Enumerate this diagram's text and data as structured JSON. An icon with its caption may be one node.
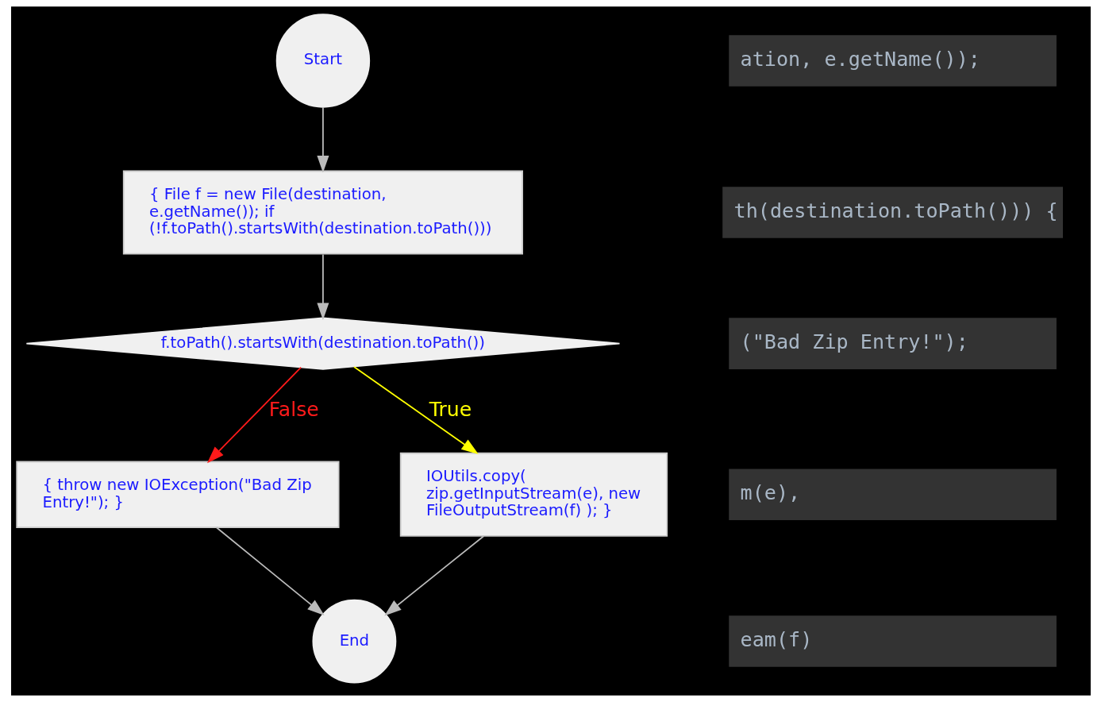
{
  "diagram": {
    "nodes": [
      {
        "text": [
          "Start"
        ]
      },
      {
        "text": [
          "{ File f = new File(destination, e.getName()); if (!f.toPath().startsWith(destination.toPath()))"
        ]
      },
      {
        "text": [
          "f.toPath().startsWith(destination.toPath())"
        ]
      },
      {
        "text": [
          "{ throw new IOException(\"Bad Zip Entry!\"); }"
        ]
      },
      {
        "text": [
          "IOUtils.copy( zip.getInputStream(e), new FileOutputStream(f) ); }"
        ]
      },
      {
        "text": [
          "End"
        ]
      }
    ],
    "edges": [
      {
        "from": 0,
        "to": 1,
        "arrow": "to"
      },
      {
        "from": 1,
        "to": 2,
        "arrow": "to"
      },
      {
        "from": 2,
        "to": 3,
        "arrow": "to",
        "label": "False",
        "color": "#ff1a1a"
      },
      {
        "from": 2,
        "to": 4,
        "arrow": "to",
        "label": "True",
        "color": "#ffff00"
      },
      {
        "from": 3,
        "to": 5,
        "arrow": "to"
      },
      {
        "from": 4,
        "to": 5,
        "arrow": "to"
      }
    ],
    "labels": [
      "ation, e.getName());",
      "th(destination.toPath())) {",
      "(\"Bad Zip Entry!\");",
      "m(e),",
      "eam(f)"
    ]
  }
}
